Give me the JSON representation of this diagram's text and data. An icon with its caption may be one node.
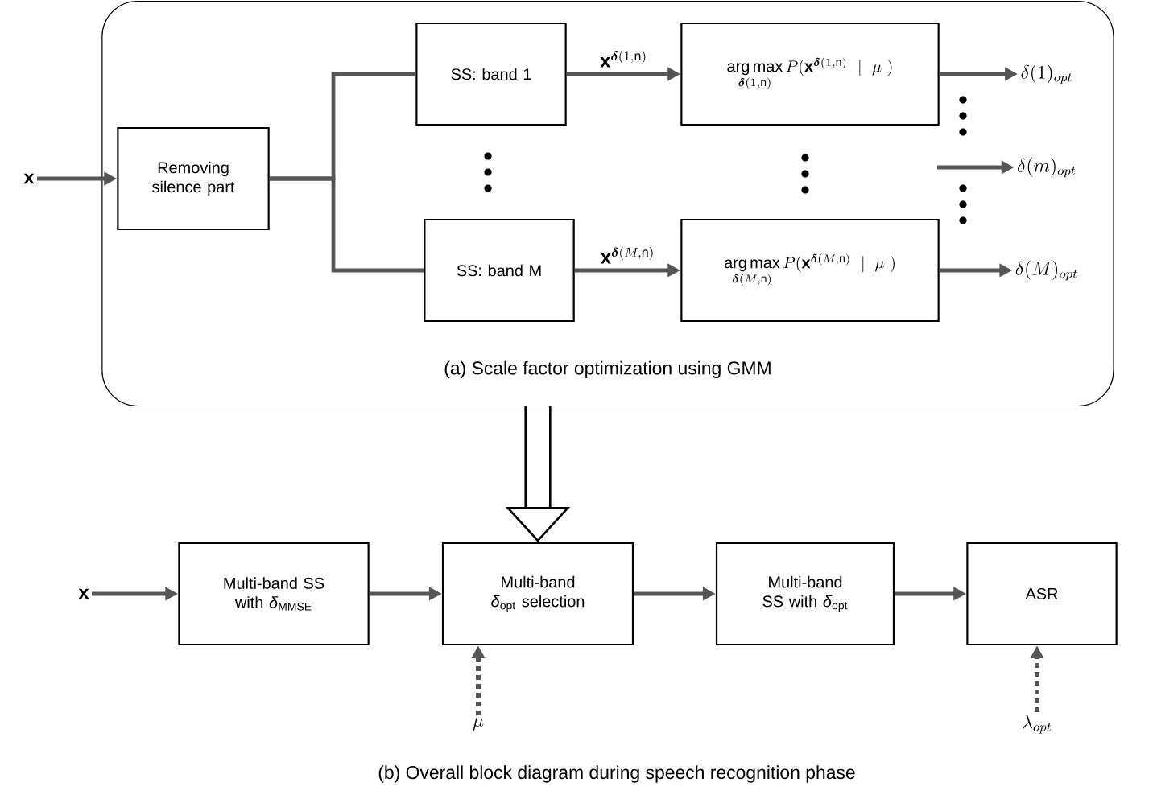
{
  "diagram": {
    "caption": "(b) Overall block diagram during speech recognition phase",
    "nodes": [
      {
        "text": [
          "(a) Scale factor optimization using GMM"
        ]
      },
      {
        "text": [
          "\\mathbf{x}"
        ]
      },
      {
        "text": [
          "Removing silence part"
        ],
        "in": 0
      },
      {
        "text": [
          "SS: band 1"
        ],
        "in": 0
      },
      {
        "text": [
          "SS: band M"
        ],
        "in": 0
      },
      {
        "text": [
          "\\mathop{\\mathrm{arg\\,max}}\\limits_{\\boldsymbol{\\delta}(1,\\mathrm{n})} P(\\mathbf{x}^{\\boldsymbol{\\delta}(1,\\mathrm{n})}\\mid\\mu\\ )"
        ],
        "in": 0
      },
      {
        "text": [
          "\\mathop{\\mathrm{arg\\,max}}\\limits_{\\boldsymbol{\\delta}(M,\\mathrm{n})} P(\\mathbf{x}^{\\boldsymbol{\\delta}(M,\\mathrm{n})}\\mid\\mu\\ )"
        ],
        "in": 0
      },
      {
        "text": [
          "\\delta(1)_{opt}"
        ],
        "in": 0
      },
      {
        "text": [
          "\\delta(m)_{opt}"
        ],
        "in": 0
      },
      {
        "text": [
          "\\delta(M)_{opt}"
        ],
        "in": 0
      },
      {
        "text": [
          "\\mathbf{x}"
        ]
      },
      {
        "text": [
          "Multi-band SS with *δ*$_{MMSE}$"
        ]
      },
      {
        "text": [
          "Multi-band *δ*$_{opt}$ selection"
        ]
      },
      {
        "text": [
          "Multi-band SS with *δ*$_{opt}$"
        ]
      },
      {
        "text": [
          "ASR"
        ]
      },
      {
        "text": [
          "\\mu"
        ]
      },
      {
        "text": [
          "\\lambda_{opt}"
        ]
      }
    ],
    "edges": [
      {
        "from": 1,
        "to": 2,
        "arrow": "to"
      },
      {
        "from": 2,
        "to": 3,
        "arrow": "none"
      },
      {
        "from": 2,
        "to": 4,
        "arrow": "none"
      },
      {
        "from": 3,
        "to": 5,
        "arrow": "to",
        "label": "\\mathbf{x}^{\\boldsymbol{\\delta}(1,\\mathrm{n})}"
      },
      {
        "from": 4,
        "to": 6,
        "arrow": "to",
        "label": "\\mathbf{x}^{\\boldsymbol{\\delta}(M,\\mathrm{n})}"
      },
      {
        "from": 5,
        "to": 7,
        "arrow": "to"
      },
      {
        "from": null,
        "to": 8,
        "arrow": "to"
      },
      {
        "from": 6,
        "to": 9,
        "arrow": "to"
      },
      {
        "from": 0,
        "to": 12,
        "arrow": "to",
        "style": "thick"
      },
      {
        "from": 10,
        "to": 11,
        "arrow": "to"
      },
      {
        "from": 11,
        "to": 12,
        "arrow": "to"
      },
      {
        "from": 12,
        "to": 13,
        "arrow": "to"
      },
      {
        "from": 13,
        "to": 14,
        "arrow": "to"
      },
      {
        "from": 15,
        "to": 12,
        "arrow": "to",
        "style": "dashed"
      },
      {
        "from": 16,
        "to": 14,
        "arrow": "to",
        "style": "dashed"
      }
    ]
  }
}
